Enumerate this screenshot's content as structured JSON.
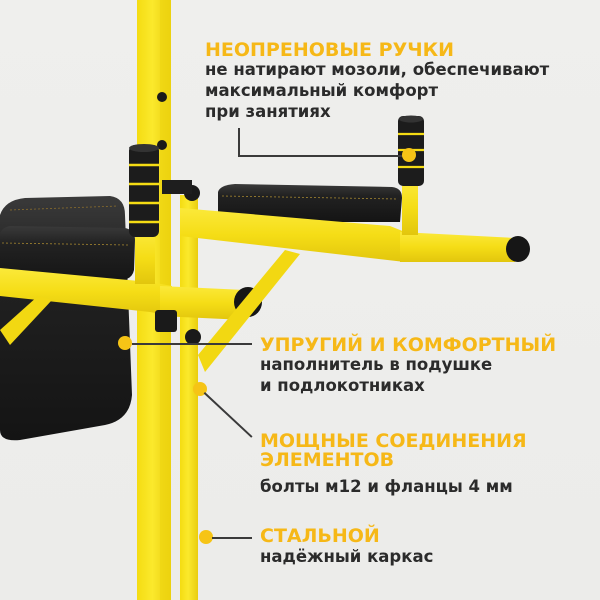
{
  "colors": {
    "accent": "#f6b817",
    "text": "#2b2b2b",
    "frame_yellow": "#f7e21a",
    "padding_black": "#1c1c1c",
    "background": "#eeeeec",
    "dot": "#f6c416"
  },
  "callouts": [
    {
      "id": "neoprene-handles",
      "title": "НЕОПРЕНОВЫЕ РУЧКИ",
      "lines": [
        "не натирают мозоли, обеспечивают",
        "максимальный комфорт",
        "при занятиях"
      ]
    },
    {
      "id": "padding",
      "title": "УПРУГИЙ И КОМФОРТНЫЙ",
      "lines": [
        "наполнитель в подушке",
        "и подлокотниках"
      ]
    },
    {
      "id": "joints",
      "title_lines": [
        "МОЩНЫЕ СОЕДИНЕНИЯ",
        "ЭЛЕМЕНТОВ"
      ],
      "lines": [
        "болты м12 и фланцы 4 мм"
      ]
    },
    {
      "id": "frame",
      "title": "СТАЛЬНОЙ",
      "lines": [
        "надёжный каркас"
      ]
    }
  ],
  "product": {
    "name": "power-tower-dip-station",
    "icons": [
      "neoprene-grip-icon",
      "armrest-pad-icon",
      "back-pad-icon",
      "steel-frame-icon",
      "bolt-icon"
    ]
  }
}
